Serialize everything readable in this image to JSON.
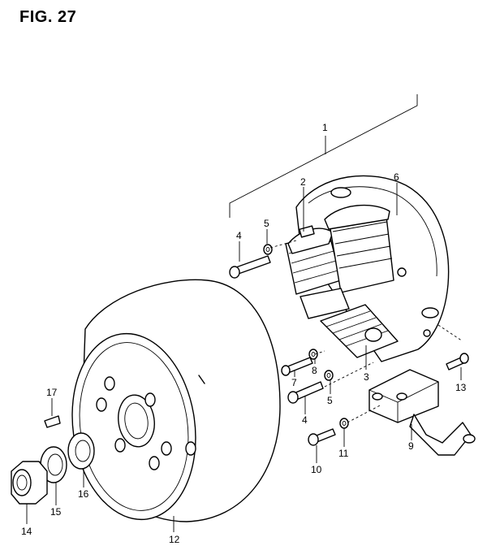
{
  "figure": {
    "title": "FIG. 27"
  },
  "callouts": [
    {
      "id": "1",
      "text": "1"
    },
    {
      "id": "2",
      "text": "2"
    },
    {
      "id": "3",
      "text": "3"
    },
    {
      "id": "4a",
      "text": "4"
    },
    {
      "id": "4b",
      "text": "4"
    },
    {
      "id": "5a",
      "text": "5"
    },
    {
      "id": "5b",
      "text": "5"
    },
    {
      "id": "6",
      "text": "6"
    },
    {
      "id": "7",
      "text": "7"
    },
    {
      "id": "8",
      "text": "8"
    },
    {
      "id": "9",
      "text": "9"
    },
    {
      "id": "10",
      "text": "10"
    },
    {
      "id": "11",
      "text": "11"
    },
    {
      "id": "12",
      "text": "12"
    },
    {
      "id": "13",
      "text": "13"
    },
    {
      "id": "14",
      "text": "14"
    },
    {
      "id": "15",
      "text": "15"
    },
    {
      "id": "16",
      "text": "16"
    },
    {
      "id": "17",
      "text": "17"
    }
  ]
}
